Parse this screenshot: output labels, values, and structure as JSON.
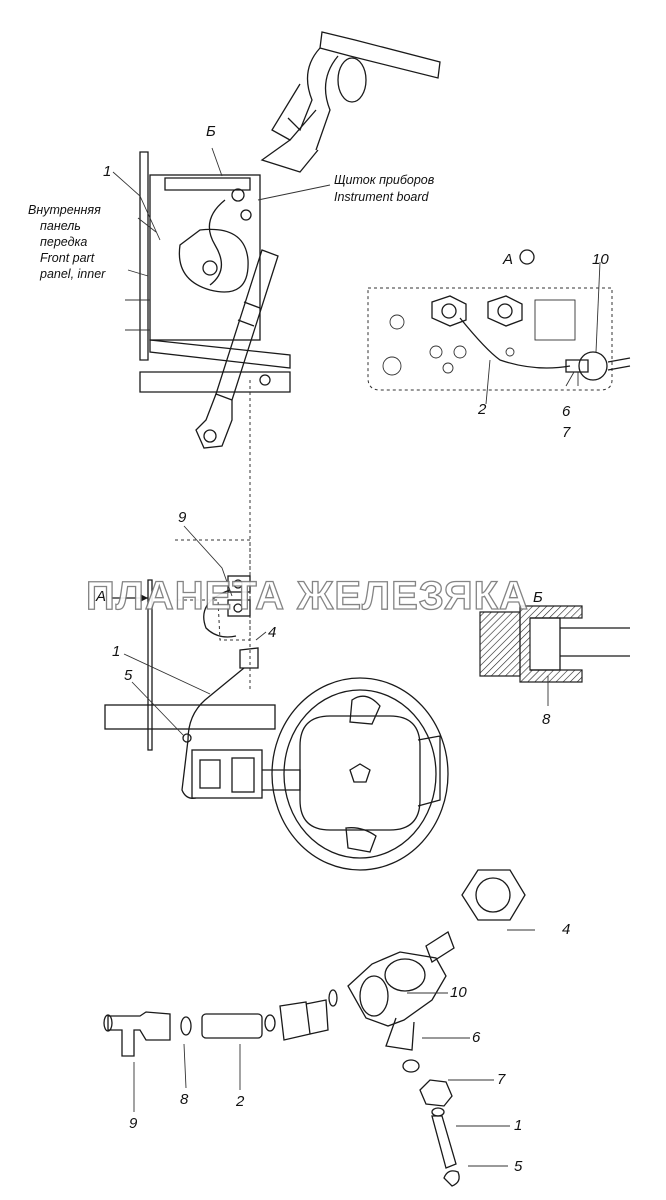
{
  "diagram": {
    "view_letters": {
      "a1": "А",
      "a2": "А",
      "b1": "Б",
      "b2": "Б"
    },
    "callouts": {
      "c1a": "1",
      "c1b": "1",
      "c1c": "1",
      "c2a": "2",
      "c2b": "2",
      "c4a": "4",
      "c4b": "4",
      "c5a": "5",
      "c5b": "5",
      "c6a": "6",
      "c6b": "6",
      "c7a": "7",
      "c7b": "7",
      "c8a": "8",
      "c8b": "8",
      "c9a": "9",
      "c9b": "9",
      "c10a": "10",
      "c10b": "10"
    },
    "instrument_board": {
      "ru": "Щиток приборов",
      "en": "Instrument board"
    },
    "front_panel": {
      "line1": "Внутренняя",
      "line2": "панель",
      "line3": "передка",
      "line4": "Front part",
      "line5": "panel, inner"
    },
    "watermark": "ПЛАНЕТА ЖЕЛЕЗЯКА"
  }
}
